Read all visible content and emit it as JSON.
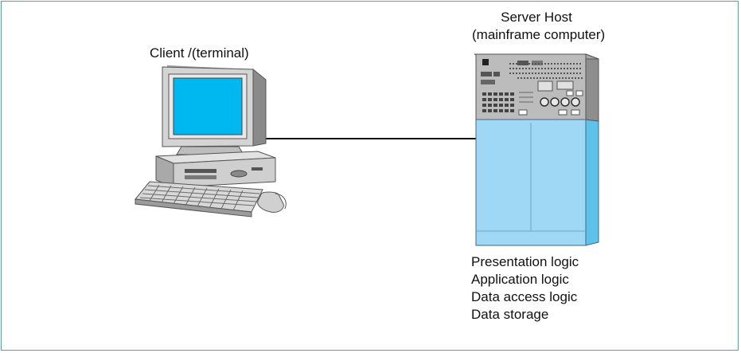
{
  "client": {
    "label": "Client /(terminal)"
  },
  "server": {
    "title_line1": "Server Host",
    "title_line2": "(mainframe computer)"
  },
  "layers": [
    "Presentation logic",
    "Application logic",
    "Data access logic",
    "Data storage"
  ],
  "colors": {
    "frame_border": "#3aa6d6",
    "screen": "#00b8f0",
    "cabinet_body": "#9fd8f4",
    "cabinet_side": "#5ec2ea",
    "panel_gray": "#bcbcbc"
  }
}
